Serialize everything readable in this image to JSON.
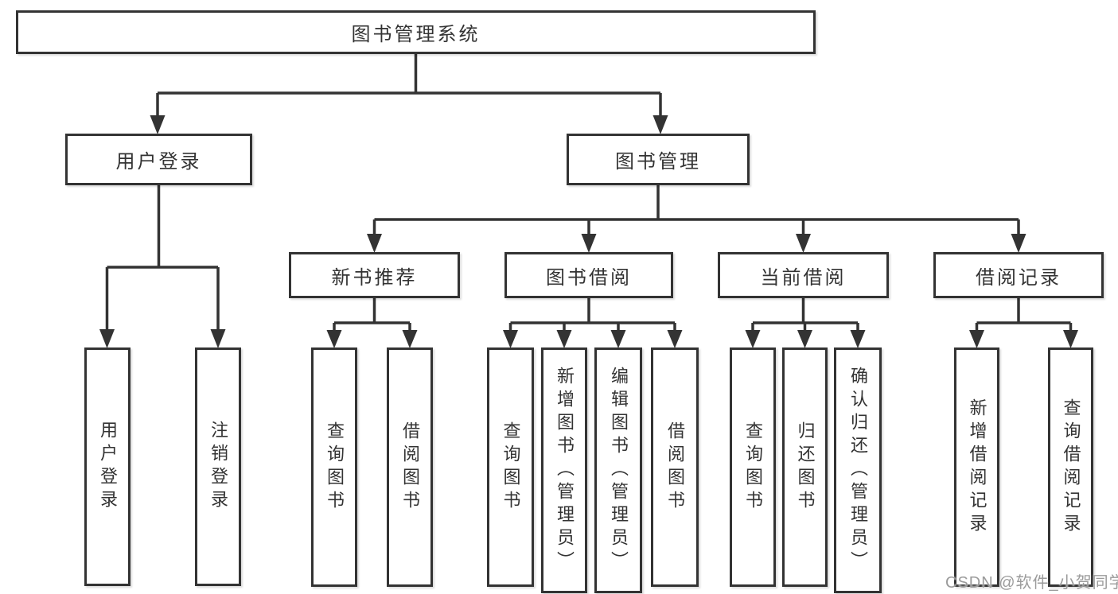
{
  "tree": {
    "root_label": "图书管理系统",
    "branches": [
      {
        "label": "用户登录",
        "children": [
          {
            "label": "用户登录"
          },
          {
            "label": "注销登录"
          }
        ]
      },
      {
        "label": "图书管理",
        "children": [
          {
            "label": "新书推荐",
            "children": [
              {
                "label": "查询图书"
              },
              {
                "label": "借阅图书"
              }
            ]
          },
          {
            "label": "图书借阅",
            "children": [
              {
                "label": "查询图书"
              },
              {
                "label": "新增图书（管理员）"
              },
              {
                "label": "编辑图书（管理员）"
              },
              {
                "label": "借阅图书"
              }
            ]
          },
          {
            "label": "当前借阅",
            "children": [
              {
                "label": "查询图书"
              },
              {
                "label": "归还图书"
              },
              {
                "label": "确认归还（管理员）"
              }
            ]
          },
          {
            "label": "借阅记录",
            "children": [
              {
                "label": "新增借阅记录"
              },
              {
                "label": "查询借阅记录"
              }
            ]
          }
        ]
      }
    ]
  },
  "watermark": "CSDN @软件_小贺同学",
  "colors": {
    "line": "#333333",
    "box_border": "#333333",
    "text": "#333333",
    "watermark": "#9b9b9b",
    "background": "#ffffff"
  }
}
